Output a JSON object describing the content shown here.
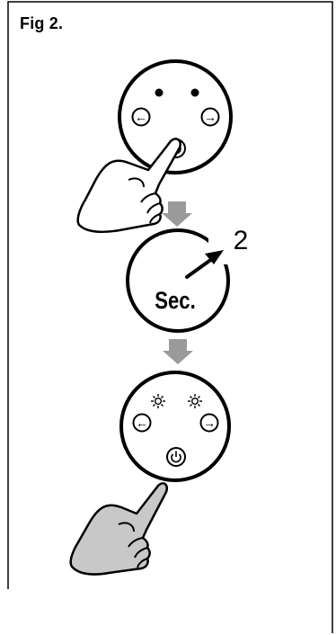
{
  "figure": {
    "title": "Fig 2.",
    "step1": {
      "left_arrow": "←",
      "right_arrow": "→",
      "power_icon": "power-icon"
    },
    "step2": {
      "hold_seconds": "2",
      "unit": "Sec."
    },
    "step3": {
      "left_arrow": "←",
      "right_arrow": "→",
      "power_icon": "power-icon",
      "light_indicator": "☼"
    }
  },
  "colors": {
    "line": "#000000",
    "hand_fill_step1": "#ffffff",
    "hand_fill_step3": "#c8c8c8",
    "down_arrow": "#9a9a9a"
  }
}
